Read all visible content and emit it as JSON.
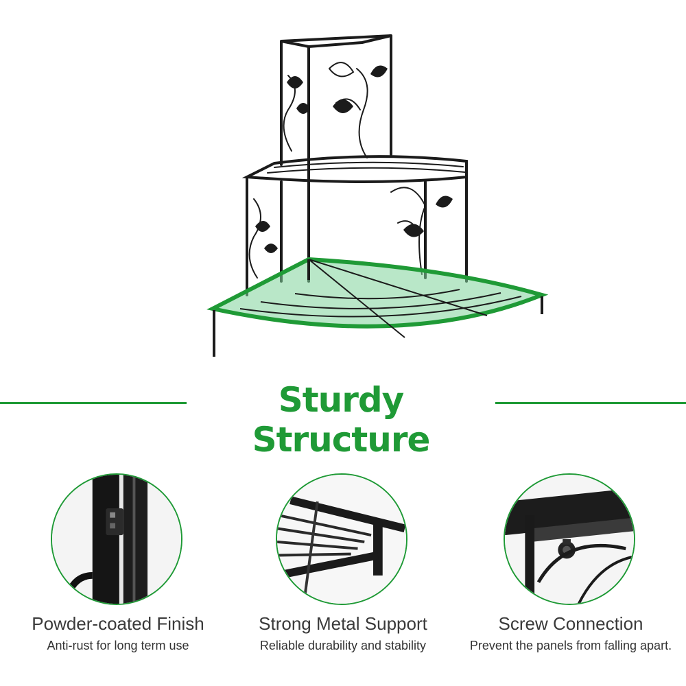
{
  "headline": "Sturdy Structure",
  "colors": {
    "accent": "#1f9a36",
    "metal": "#1b1b1b",
    "glow": "#7fd39a"
  },
  "hero": {
    "icon": "corner-plant-stand-image"
  },
  "features": [
    {
      "icon": "hinge-closeup-image",
      "title": "Powder-coated Finish",
      "subtitle": "Anti-rust for long term use"
    },
    {
      "icon": "frame-corner-closeup-image",
      "title": "Strong Metal Support",
      "subtitle": "Reliable durability and stability"
    },
    {
      "icon": "screw-closeup-image",
      "title": "Screw Connection",
      "subtitle": "Prevent the panels from falling apart."
    }
  ]
}
